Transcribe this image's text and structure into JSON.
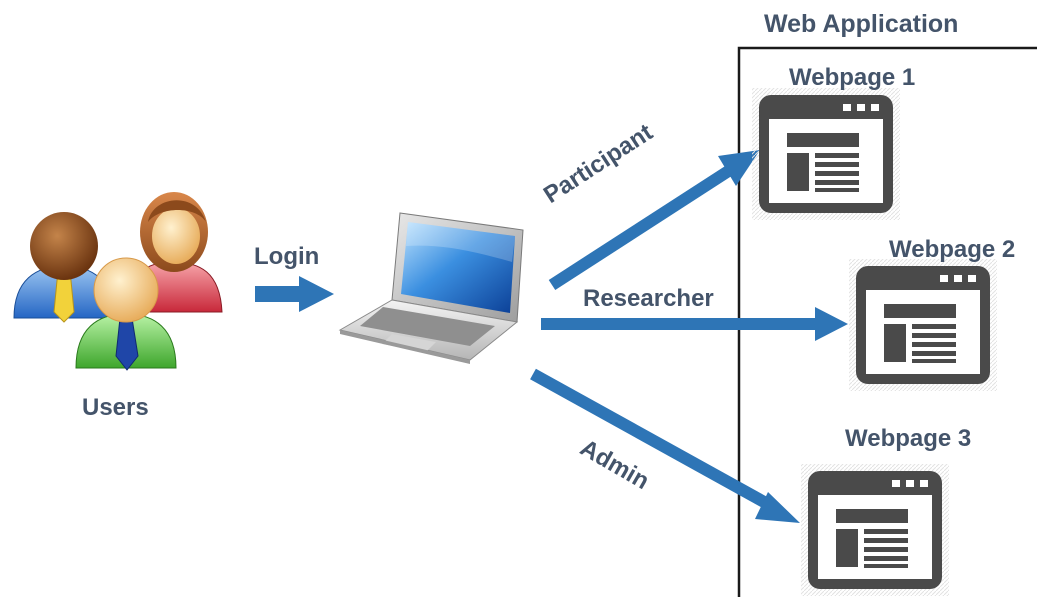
{
  "diagram": {
    "container_title": "Web Application",
    "users_label": "Users",
    "login_label": "Login",
    "roles": {
      "participant": "Participant",
      "researcher": "Researcher",
      "admin": "Admin"
    },
    "pages": [
      {
        "label": "Webpage 1",
        "icon": "browser-window-icon"
      },
      {
        "label": "Webpage 2",
        "icon": "browser-window-icon"
      },
      {
        "label": "Webpage 3",
        "icon": "browser-window-icon"
      }
    ],
    "colors": {
      "arrow": "#2e75b6",
      "label_text": "#44546a",
      "icon_fill": "#4a4a4a"
    },
    "icons": [
      "users-group-icon",
      "laptop-icon",
      "browser-window-icon"
    ]
  }
}
